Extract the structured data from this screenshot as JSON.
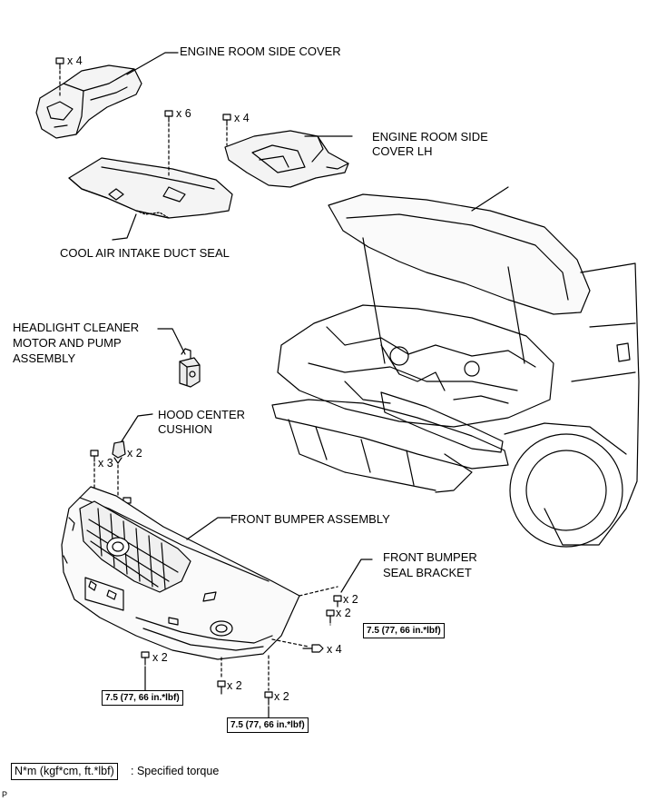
{
  "labels": {
    "engine_room_side_cover": "ENGINE ROOM SIDE COVER",
    "engine_room_side_cover_lh_line1": "ENGINE ROOM SIDE",
    "engine_room_side_cover_lh_line2": "COVER LH",
    "cool_air_intake_duct_seal": "COOL AIR INTAKE DUCT SEAL",
    "headlight_cleaner_line1": "HEADLIGHT CLEANER",
    "headlight_cleaner_line2": "MOTOR AND PUMP",
    "headlight_cleaner_line3": "ASSEMBLY",
    "hood_center_cushion_line1": "HOOD CENTER",
    "hood_center_cushion_line2": "CUSHION",
    "front_bumper_assembly": "FRONT BUMPER ASSEMBLY",
    "front_bumper_seal_bracket_line1": "FRONT BUMPER",
    "front_bumper_seal_bracket_line2": "SEAL BRACKET"
  },
  "quantities": {
    "side_cover_clips": "x 4",
    "duct_seal_clips": "x 6",
    "side_cover_lh_clips": "x 4",
    "grille_clips": "x 3",
    "hood_cushion": "x 2",
    "seal_bracket_clips": "x 2",
    "seal_bracket_screws": "x 2",
    "side_screws": "x 4",
    "lower_bolts_left": "x 2",
    "lower_clips_center": "x 2",
    "lower_bolts_right": "x 2"
  },
  "torques": {
    "seal_bracket": "7.5 (77, 66 in.*lbf)",
    "lower_left": "7.5 (77, 66 in.*lbf)",
    "lower_right": "7.5 (77, 66 in.*lbf)"
  },
  "legend": {
    "unit_box": "N*m (kgf*cm, ft.*lbf)",
    "description": ": Specified torque"
  },
  "page_mark": "P"
}
